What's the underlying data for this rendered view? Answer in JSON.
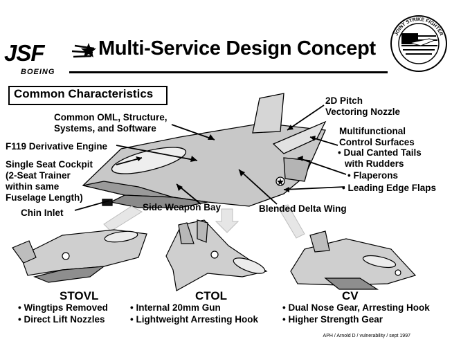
{
  "header": {
    "logo_text": "JSF",
    "logo_subtext": "BOEING",
    "title": "Multi-Service Design Concept",
    "seal_text": "JOINT STRIKE FIGHTER"
  },
  "common": {
    "heading": "Common Characteristics",
    "labels": {
      "oml": [
        "Common OML, Structure,",
        "Systems, and Software"
      ],
      "engine": "F119 Derivative Engine",
      "cockpit": [
        "Single Seat Cockpit",
        "(2-Seat Trainer",
        "within same",
        "Fuselage Length)"
      ],
      "chin": "Chin Inlet",
      "weapon_bay": "Side Weapon Bay",
      "delta": "Blended Delta Wing",
      "nozzle": [
        "2D Pitch",
        "Vectoring Nozzle"
      ],
      "control": [
        "Multifunctional",
        "Control Surfaces"
      ],
      "tails": [
        "• Dual Canted Tails",
        "with Rudders"
      ],
      "flaperons": "• Flaperons",
      "flaps": "• Leading Edge Flaps"
    }
  },
  "variants": [
    {
      "name": "STOVL",
      "features": [
        "• Wingtips Removed",
        "• Direct Lift Nozzles"
      ]
    },
    {
      "name": "CTOL",
      "features": [
        "• Internal 20mm Gun",
        "• Lightweight Arresting Hook"
      ]
    },
    {
      "name": "CV",
      "features": [
        "• Dual Nose Gear, Arresting Hook",
        "• Higher Strength Gear"
      ]
    }
  ],
  "footer": {
    "credit": "APH / Arnold D / vulnerability / sept 1997"
  }
}
